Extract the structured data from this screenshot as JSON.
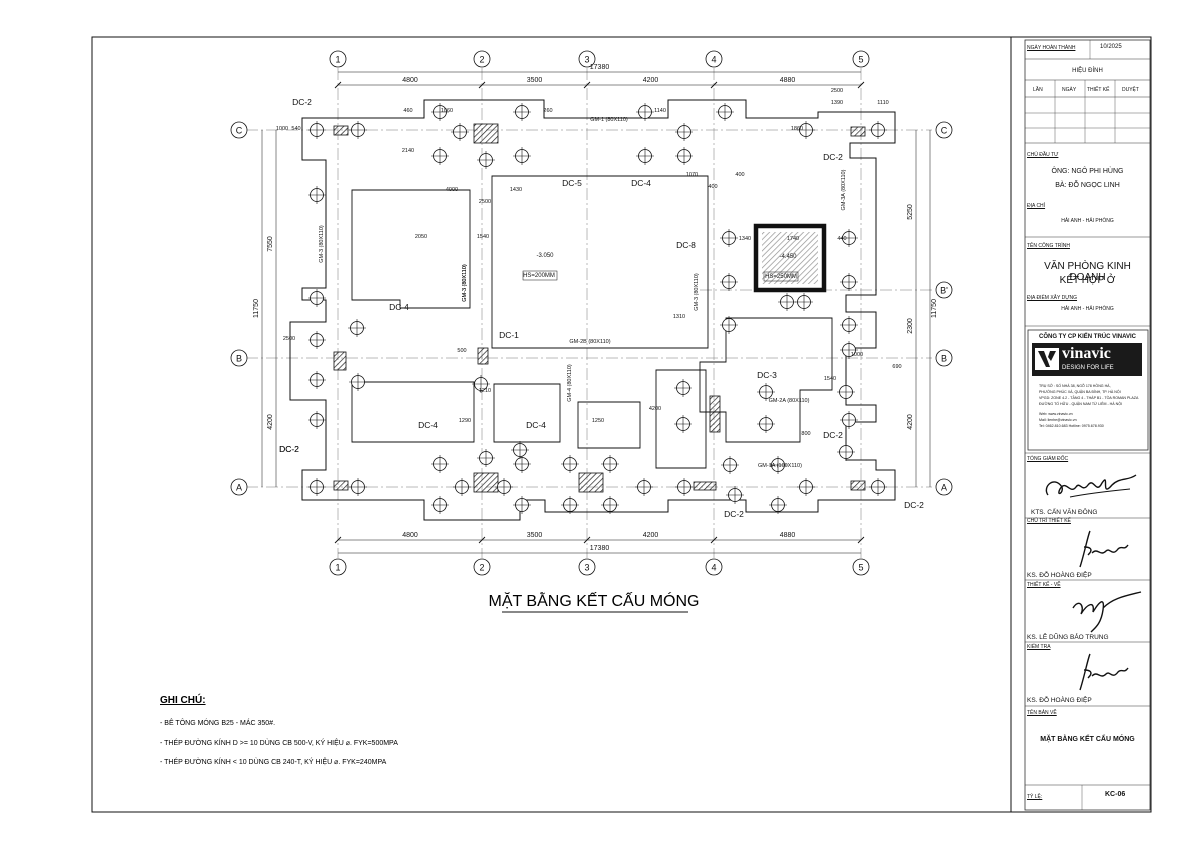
{
  "drawing": {
    "title": "MẶT BẰNG KẾT CẤU MÓNG",
    "grid_columns": [
      "1",
      "2",
      "3",
      "4",
      "5"
    ],
    "grid_rows": [
      "C",
      "B'",
      "B",
      "A"
    ],
    "top_dims": [
      "4800",
      "3500",
      "4200",
      "4880"
    ],
    "overall_dim": "17380",
    "left_dims": [
      "11750",
      "7550",
      "4200"
    ],
    "right_dims": [
      "11750",
      "5250",
      "2300",
      "4200"
    ],
    "footings": [
      "DC-2",
      "DC-5",
      "DC-4",
      "DC-2",
      "DC-8",
      "DC-4",
      "DC-1",
      "DC-3",
      "DC-4",
      "DC-4",
      "DC-2",
      "DC-2",
      "DC-2",
      "DC-2",
      "DC-2"
    ],
    "beams": [
      "GM-1 (80X110)",
      "GM-2B (80X110)",
      "GM-2A (80X110)",
      "GM-1A (100X110)",
      "GM-3 (80X110)",
      "GM-3 (80X110)",
      "GM-3 (80X110)",
      "GM-3 (80X110)",
      "GM-3A (80X110)",
      "GM-4 (80X110)"
    ],
    "levels": [
      "-3.050",
      "HS=200MM",
      "-4.450",
      "HS=250MM"
    ],
    "detail_dims": [
      "2500",
      "1390",
      "1110",
      "1000",
      "540",
      "460",
      "1060",
      "260",
      "1140",
      "1860",
      "2140",
      "4000",
      "1430",
      "2500",
      "1070",
      "400",
      "400",
      "1540",
      "2050",
      "1340",
      "1740",
      "440",
      "1310",
      "1000",
      "500",
      "1210",
      "1290",
      "1250",
      "2500",
      "4200",
      "690",
      "1540",
      "800"
    ],
    "notes_title": "GHI CHÚ:",
    "notes": [
      "- BÊ TÔNG MÓNG B25 - MÁC 350#.",
      "- THÉP ĐƯỜNG KÍNH D >= 10 DÙNG CB 500-V, KÝ HIỆU ⌀. FYK=500MPA",
      "- THÉP ĐƯỜNG KÍNH < 10 DÙNG CB 240-T, KÝ HIỆU ⌀. FYK=240MPA"
    ]
  },
  "title_block": {
    "completion_label": "NGÀY HOÀN THÀNH",
    "completion_date": "10/2025",
    "revision_label": "HIỆU ĐÍNH",
    "revision_cols": [
      "LẦN",
      "NGÀY",
      "THIẾT KẾ",
      "DUYỆT"
    ],
    "owner_label": "CHỦ ĐẦU TƯ",
    "owner_1": "ÔNG: NGÔ PHI HÙNG",
    "owner_2": "BÀ: ĐỖ NGỌC LINH",
    "address_label": "ĐỊA CHỈ",
    "address": "HẢI ANH - HẢI PHÒNG",
    "project_label": "TÊN CÔNG TRÌNH",
    "project_1": "VĂN PHÒNG KINH DOANH",
    "project_2": "KẾT HỢP Ở",
    "site_label": "ĐỊA ĐIỂM XÂY DỰNG",
    "site": "HẢI ANH - HẢI PHÒNG",
    "company": "CÔNG TY CP KIẾN TRÚC VINAVIC",
    "logo_name": "vinavic",
    "logo_tagline": "DESIGN FOR LIFE",
    "company_lines": [
      "TRỤ SỞ : SỐ NHÀ 38, NGÕ 178 HỒNG HÀ,",
      "PHƯỜNG PHÚC XÁ, QUẬN BA ĐÌNH, TP. HÀ NỘI",
      "VPGD: ZONE 4.2 - TẦNG 4 - THÁP B1 - TÒA ROMAN PLAZA",
      "ĐƯỜNG TỐ HỮU - QUẬN NAM TỪ LIÊM - HÀ NỘI",
      "Web: www.vinavic.vn",
      "Mail: lienhe@vinavic.vn",
      "Tel: 0462.810.683     Hotline: 0975.678.930"
    ],
    "director_label": "TỔNG GIÁM ĐỐC",
    "director": "KTS. CẤN VĂN ĐÔNG",
    "chief_label": "CHỦ TRÌ THIẾT KẾ",
    "chief": "KS. ĐỖ HOÀNG ĐIỆP",
    "designer_label": "THIẾT KẾ - VẼ",
    "designer": "KS. LÊ DŨNG BẢO TRUNG",
    "checker_label": "KIỂM TRA",
    "checker": "KS. ĐỖ HOÀNG ĐIỆP",
    "sheet_name_label": "TÊN BẢN VẼ",
    "sheet_name": "MẶT BẰNG KẾT CẤU MÓNG",
    "scale_label": "TỶ LỆ:",
    "sheet_no": "KC-06"
  },
  "colors": {
    "line": "#111111",
    "hatch": "#222222",
    "paper": "#ffffff"
  }
}
